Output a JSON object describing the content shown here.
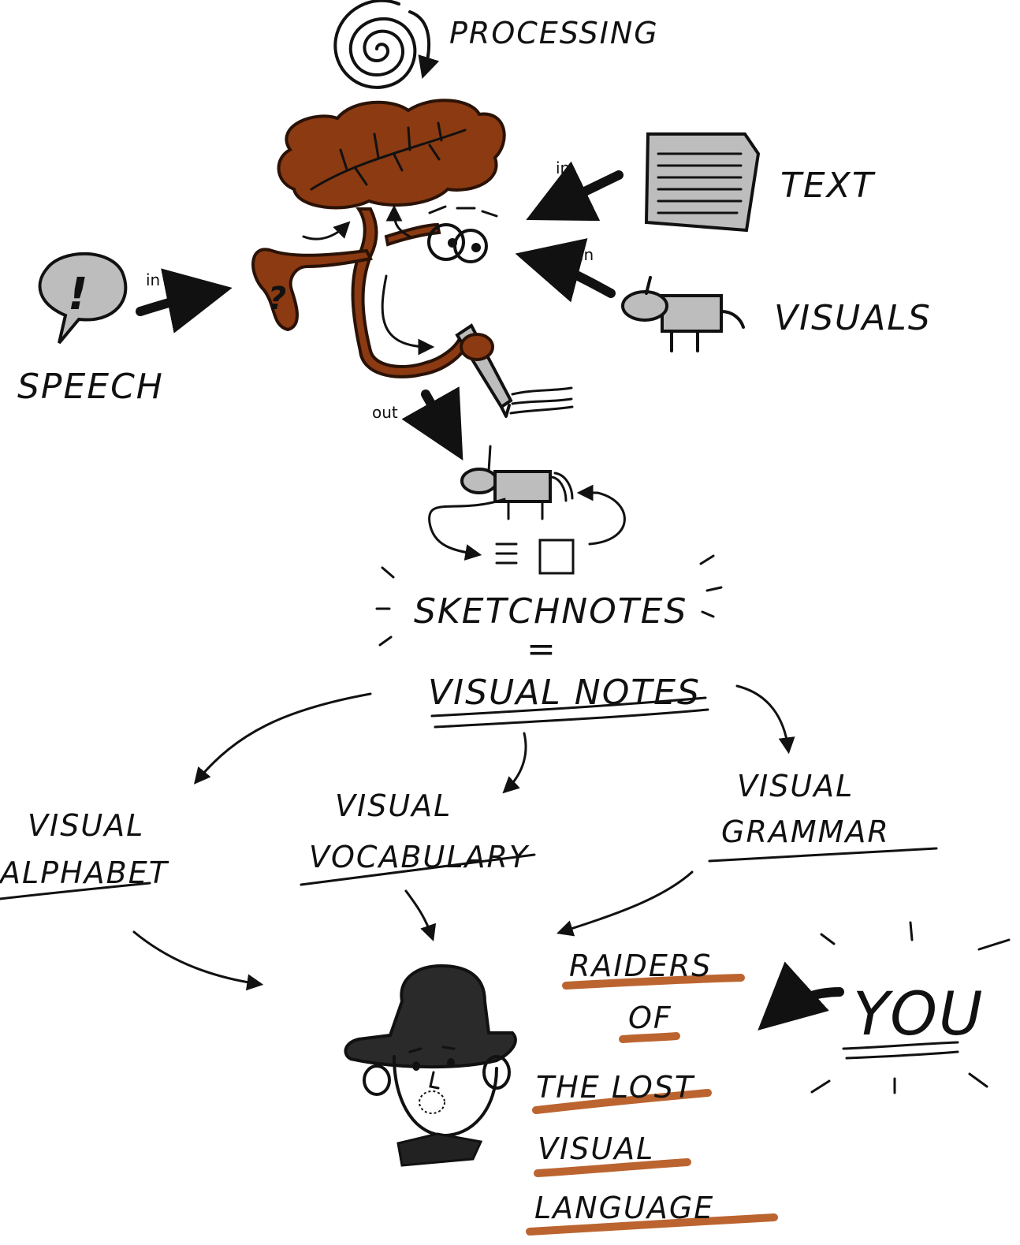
{
  "colors": {
    "ink": "#111111",
    "brain_brown": "#8b3a12",
    "highlight_orange": "#b5531a",
    "icon_gray": "#bdbdbd"
  },
  "labels": {
    "processing": "PROCESSING",
    "text": "TEXT",
    "visuals": "VISUALS",
    "speech": "SPEECH",
    "in_speech": "in",
    "in_text": "in",
    "in_visuals": "in",
    "out": "out",
    "sketchnotes": "SKETCHNOTES",
    "equals": "=",
    "visual_notes": "VISUAL NOTES",
    "visual_alphabet_line1": "VISUAL",
    "visual_alphabet_line2": "ALPHABET",
    "visual_vocabulary_line1": "VISUAL",
    "visual_vocabulary_line2": "VOCABULARY",
    "visual_grammar_line1": "VISUAL",
    "visual_grammar_line2": "GRAMMAR",
    "raiders_line1": "RAIDERS",
    "raiders_line2": "OF",
    "raiders_line3": "THE LOST",
    "raiders_line4": "VISUAL",
    "raiders_line5": "LANGUAGE",
    "you": "YOU",
    "speech_bubble_mark": "!",
    "brain_question_mark": "?"
  },
  "icons": {
    "spiral": "spiral-icon",
    "brain": "brain-icon",
    "document": "document-icon",
    "animal": "animal-icon",
    "speech_bubble": "speech-bubble-icon",
    "pen": "pen-icon",
    "explorer_face": "explorer-face-icon"
  }
}
